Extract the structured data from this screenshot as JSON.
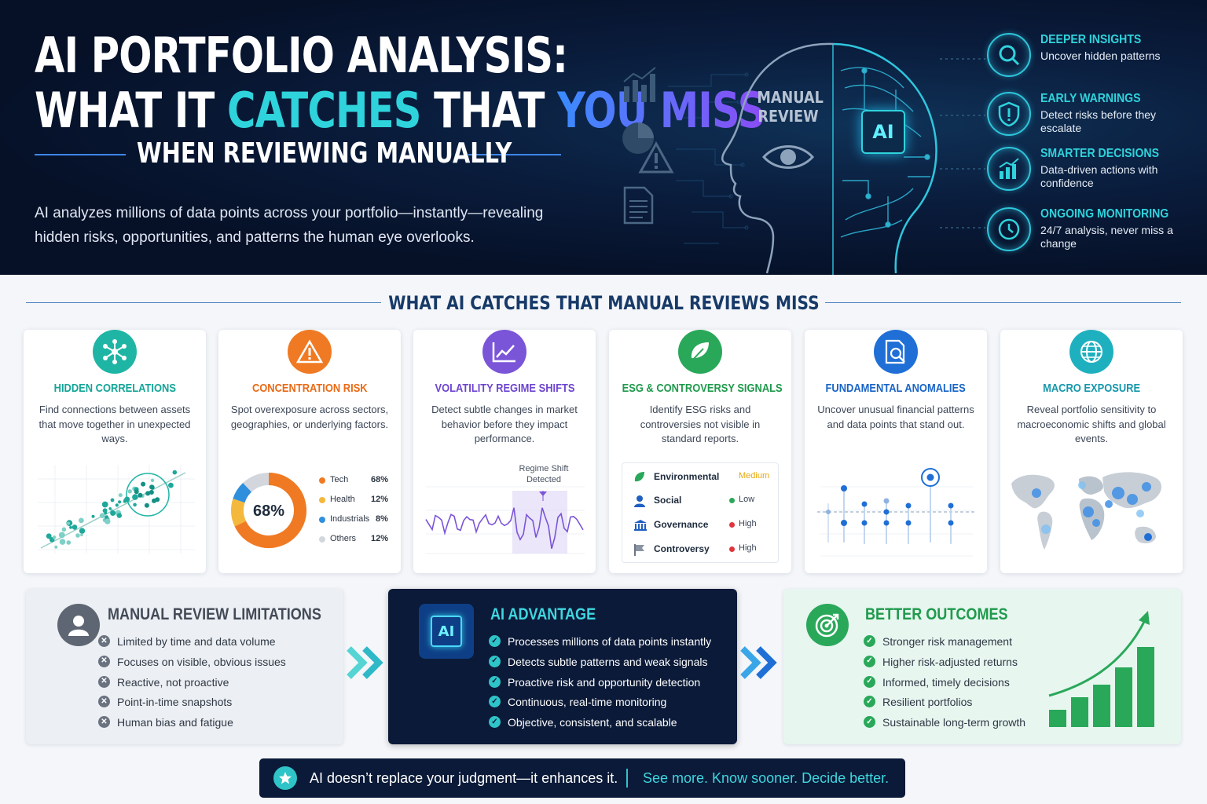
{
  "hero": {
    "title_line1": "AI PORTFOLIO ANALYSIS:",
    "title_line2_a": "WHAT IT ",
    "title_line2_b": "CATCHES",
    "title_line2_c": " THAT ",
    "title_line2_d": "YOU MISS",
    "subtitle": "WHEN REVIEWING MANUALLY",
    "description": "AI analyzes millions of data points across your portfolio—instantly—revealing hidden risks, opportunities, and patterns the human eye overlooks.",
    "manual_label_1": "MANUAL",
    "manual_label_2": "REVIEW",
    "ai_chip_label": "AI",
    "side_icons": [
      "bar-chart-icon",
      "pie-chart-icon",
      "warning-icon",
      "document-icon"
    ]
  },
  "benefits": [
    {
      "icon": "search-icon",
      "title": "DEEPER INSIGHTS",
      "desc": "Uncover hidden patterns"
    },
    {
      "icon": "shield-alert-icon",
      "title": "EARLY WARNINGS",
      "desc": "Detect risks before they escalate"
    },
    {
      "icon": "bar-chart-up-icon",
      "title": "SMARTER DECISIONS",
      "desc": "Data-driven actions with confidence"
    },
    {
      "icon": "clock-icon",
      "title": "ONGOING MONITORING",
      "desc": "24/7 analysis, never miss a change"
    }
  ],
  "section": {
    "title": "WHAT AI CATCHES THAT MANUAL REVIEWS MISS"
  },
  "cards": [
    {
      "icon": "network-icon",
      "color": "#1fb5a5",
      "title": "HIDDEN CORRELATIONS",
      "desc": "Find connections between assets that move together in unexpected ways."
    },
    {
      "icon": "warning-icon",
      "color": "#f07a23",
      "title": "CONCENTRATION RISK",
      "desc": "Spot overexposure across sectors, geographies, or underlying factors."
    },
    {
      "icon": "line-chart-icon",
      "color": "#7b55d8",
      "title": "VOLATILITY REGIME SHIFTS",
      "desc": "Detect subtle changes in market behavior before they impact performance."
    },
    {
      "icon": "leaf-icon",
      "color": "#2aa85a",
      "title": "ESG & CONTROVERSY SIGNALS",
      "desc": "Identify ESG risks and controversies not visible in standard reports."
    },
    {
      "icon": "document-search-icon",
      "color": "#1f6fd6",
      "title": "FUNDAMENTAL ANOMALIES",
      "desc": "Uncover unusual financial patterns and data points that stand out."
    },
    {
      "icon": "globe-icon",
      "color": "#1fb0bf",
      "title": "MACRO EXPOSURE",
      "desc": "Reveal portfolio sensitivity to macroeconomic shifts and global events."
    }
  ],
  "concentration": {
    "center_label": "68%",
    "items": [
      {
        "label": "Tech",
        "value": "68%",
        "share": 68,
        "color": "#f07a23"
      },
      {
        "label": "Health",
        "value": "12%",
        "share": 12,
        "color": "#f3b83c"
      },
      {
        "label": "Industrials",
        "value": "8%",
        "share": 8,
        "color": "#2f8fdc"
      },
      {
        "label": "Others",
        "value": "12%",
        "share": 12,
        "color": "#d3d7dd"
      }
    ]
  },
  "volatility": {
    "annotation_1": "Regime Shift",
    "annotation_2": "Detected"
  },
  "esg": [
    {
      "icon": "leaf-icon",
      "label": "Environmental",
      "status": "Medium",
      "color": "#e6a80d"
    },
    {
      "icon": "person-icon",
      "label": "Social",
      "status": "Low",
      "color": "#2aa85a"
    },
    {
      "icon": "bank-icon",
      "label": "Governance",
      "status": "High",
      "color": "#e0353c"
    },
    {
      "icon": "flag-icon",
      "label": "Controversy",
      "status": "High",
      "color": "#e0353c"
    }
  ],
  "manual": {
    "title": "MANUAL REVIEW LIMITATIONS",
    "items": [
      "Limited by time and data volume",
      "Focuses on visible, obvious issues",
      "Reactive, not proactive",
      "Point-in-time snapshots",
      "Human bias and fatigue"
    ]
  },
  "ai": {
    "title": "AI ADVANTAGE",
    "chip": "AI",
    "items": [
      "Processes millions of data points instantly",
      "Detects subtle patterns and weak signals",
      "Proactive risk and opportunity detection",
      "Continuous, real-time monitoring",
      "Objective, consistent, and scalable"
    ]
  },
  "outcomes": {
    "title": "BETTER OUTCOMES",
    "items": [
      "Stronger risk management",
      "Higher risk-adjusted returns",
      "Informed, timely decisions",
      "Resilient portfolios",
      "Sustainable long-term growth"
    ]
  },
  "footer": {
    "text_a": "AI doesn’t replace your judgment—it enhances it.",
    "text_b": "See more. Know sooner. Decide better."
  }
}
